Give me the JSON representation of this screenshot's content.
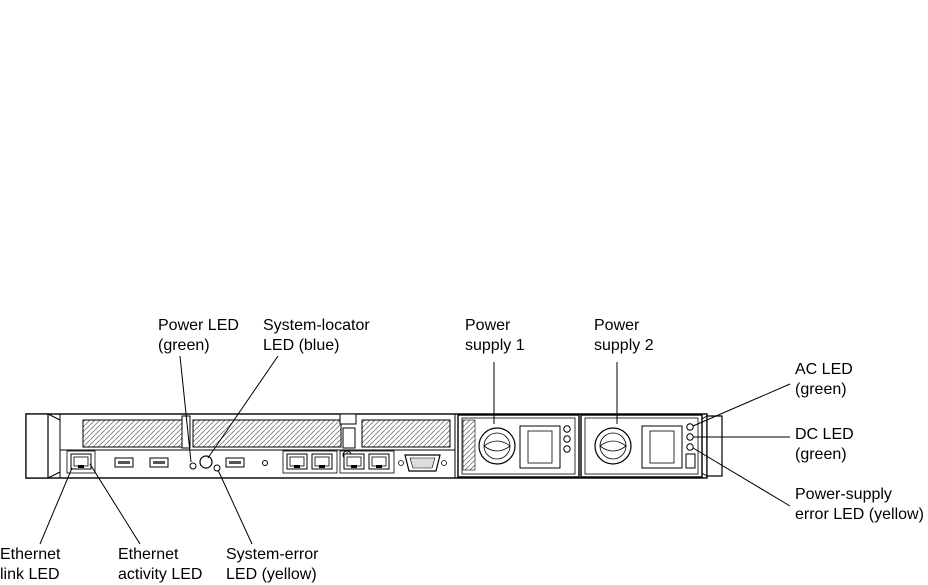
{
  "labels": {
    "power_led": [
      "Power LED",
      "(green)"
    ],
    "system_locator_led": [
      "System-locator",
      "LED (blue)"
    ],
    "power_supply_1": [
      "Power",
      "supply 1"
    ],
    "power_supply_2": [
      "Power",
      "supply 2"
    ],
    "ac_led": [
      "AC LED",
      "(green)"
    ],
    "dc_led": [
      "DC LED",
      "(green)"
    ],
    "power_supply_error_led": [
      "Power-supply",
      "error LED (yellow)"
    ],
    "ethernet_link_led": [
      "Ethernet",
      "link LED"
    ],
    "ethernet_activity_led": [
      "Ethernet",
      "activity LED"
    ],
    "system_error_led": [
      "System-error",
      "LED (yellow)"
    ]
  }
}
